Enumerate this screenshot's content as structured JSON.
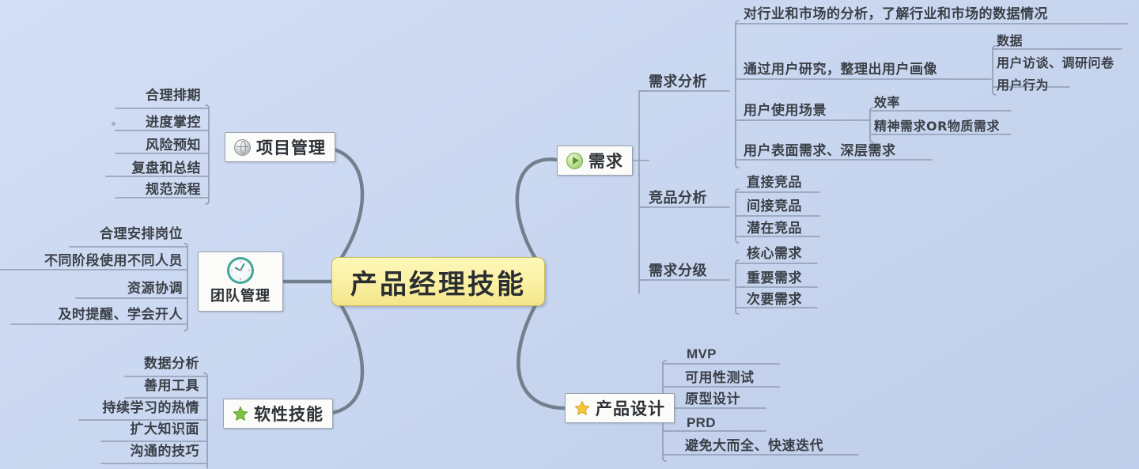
{
  "diagram": {
    "title": "产品经理技能",
    "background_color": "#cbd8f1",
    "central_node_color": "#faf0a2",
    "connector_color": "#737f8c",
    "branch_line_color": "#8f9bb0"
  },
  "central": {
    "label": "产品经理技能"
  },
  "branches": {
    "project_management": {
      "label": "项目管理",
      "icon": "globe-icon",
      "items": [
        {
          "label": "合理排期"
        },
        {
          "label": "进度掌控"
        },
        {
          "label": "风险预知"
        },
        {
          "label": "复盘和总结"
        },
        {
          "label": "规范流程"
        }
      ]
    },
    "team_management": {
      "label": "团队管理",
      "icon": "clock-icon",
      "items": [
        {
          "label": "合理安排岗位"
        },
        {
          "label": "不同阶段使用不同人员"
        },
        {
          "label": "资源协调"
        },
        {
          "label": "及时提醒、学会开人"
        }
      ]
    },
    "soft_skills": {
      "label": "软性技能",
      "icon": "green-star-icon",
      "items": [
        {
          "label": "数据分析"
        },
        {
          "label": "善用工具"
        },
        {
          "label": "持续学习的热情"
        },
        {
          "label": "扩大知识面"
        },
        {
          "label": "沟通的技巧"
        }
      ]
    },
    "requirements": {
      "label": "需求",
      "icon": "green-play-icon",
      "groups": [
        {
          "label": "需求分析",
          "items": [
            {
              "label": "对行业和市场的分析，了解行业和市场的数据情况"
            },
            {
              "label": "通过用户研究，整理出用户画像",
              "children": [
                {
                  "label": "数据"
                },
                {
                  "label": "用户访谈、调研问卷"
                },
                {
                  "label": "用户行为"
                }
              ]
            },
            {
              "label": "用户使用场景",
              "children": [
                {
                  "label": "效率"
                },
                {
                  "label": "精神需求OR物质需求"
                }
              ]
            },
            {
              "label": "用户表面需求、深层需求"
            }
          ]
        },
        {
          "label": "竞品分析",
          "items": [
            {
              "label": "直接竞品"
            },
            {
              "label": "间接竞品"
            },
            {
              "label": "潜在竞品"
            }
          ]
        },
        {
          "label": "需求分级",
          "items": [
            {
              "label": "核心需求"
            },
            {
              "label": "重要需求"
            },
            {
              "label": "次要需求"
            }
          ]
        }
      ]
    },
    "product_design": {
      "label": "产品设计",
      "icon": "yellow-star-icon",
      "items": [
        {
          "label": "MVP"
        },
        {
          "label": "可用性测试"
        },
        {
          "label": "原型设计"
        },
        {
          "label": "PRD"
        },
        {
          "label": "避免大而全、快速迭代"
        }
      ]
    }
  }
}
